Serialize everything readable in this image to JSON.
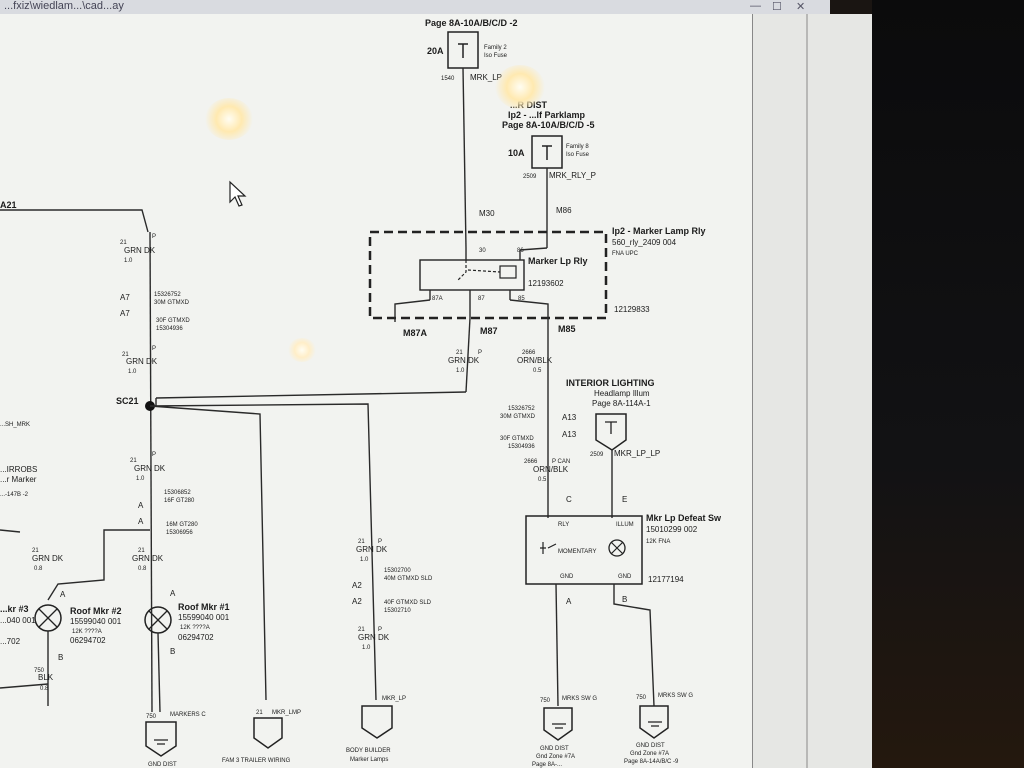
{
  "window": {
    "title": "...fxiz\\wiedlam...\\cad...ay"
  },
  "diagram": {
    "top_fuse": {
      "page": "Page 8A-10A/B/C/D -2",
      "amps": "20A",
      "family": "Family 2",
      "family2": "Iso Fuse",
      "pin": "1540",
      "wire": "MRK_LP"
    },
    "second_fuse": {
      "line1": "...R DIST",
      "line2": "Ip2 - ...lf Parklamp",
      "page": "Page 8A-10A/B/C/D -5",
      "amps": "10A",
      "family": "Family 8",
      "family2": "Iso Fuse",
      "pin": "2509",
      "wire": "MRK_RLY_P"
    },
    "relay": {
      "title": "Ip2 - Marker Lamp Rly",
      "sub": "560_rly_2409   004",
      "code": "FNA    UPC",
      "name": "Marker Lp Rly",
      "part": "12193602",
      "connector": "12129833",
      "in_m30": "M30",
      "in_m86": "M86",
      "pin30": "30",
      "pin86": "86",
      "pin87a": "87A",
      "pin87": "87",
      "pin85": "85",
      "out_m87a": "M87A",
      "out_m87": "M87",
      "out_m85": "M85"
    },
    "m87_wire": {
      "num": "21",
      "color": "GRN DK",
      "gauge": "1.0",
      "suffix": "P"
    },
    "m85_wire": {
      "num": "2666",
      "color": "ORN/BLK",
      "gauge": "0.5"
    },
    "interior_lighting": {
      "title": "INTERIOR LIGHTING",
      "sub": "Headlamp Illum",
      "page": "Page 8A-114A-1",
      "pin": "2509",
      "wire": "MKR_LP_LP"
    },
    "a13_top": "A13",
    "a13_bot": "A13",
    "a13_conn1": "15326752",
    "a13_conn1b": "30M GTMXD",
    "a13_conn2": "30F GTMXD",
    "a13_conn2b": "15304936",
    "m85_wire2": {
      "num": "2666",
      "color": "ORN/BLK",
      "gauge": "0.5",
      "tag": "P CAN"
    },
    "switch": {
      "name": "Mkr Lp Defeat Sw",
      "part": "15010299   002",
      "code": "12K    FNA",
      "connector": "12177194",
      "pinC": "C",
      "pinE": "E",
      "rly": "RLY",
      "illum": "ILLUM",
      "gnd1": "GND",
      "gnd2": "GND",
      "pinA": "A",
      "pinB": "B",
      "inner": "MOMENTARY"
    },
    "grounds": [
      {
        "wire_num": "750",
        "wire": "MRKS SW G",
        "label1": "GND DIST",
        "label2": "Gnd Zone #7A",
        "label3": "Page 8A-..."
      },
      {
        "wire_num": "750",
        "wire": "MRKS SW G",
        "label1": "GND DIST",
        "label2": "Gnd Zone #7A",
        "label3": "Page 8A-14A/B/C -9"
      }
    ],
    "left_bus": {
      "top_label": "A21",
      "sc": "SC21",
      "w1": {
        "num": "21",
        "color": "GRN DK",
        "gauge": "1.0",
        "suffix": "P"
      },
      "a7_top": "A7",
      "a7_bot": "A7",
      "a7_conn1": "15326752",
      "a7_conn1b": "30M GTMXD",
      "a7_conn2": "30F GTMXD",
      "a7_conn2b": "15304936",
      "w2": {
        "num": "21",
        "color": "GRN DK",
        "gauge": "1.0",
        "suffix": "P"
      },
      "w3": {
        "num": "21",
        "color": "GRN DK",
        "gauge": "1.0",
        "suffix": "P"
      },
      "a_top": "A",
      "a_bot": "A",
      "a_conn1": "15306852",
      "a_conn1b": "16F GT280",
      "a_conn2": "16M GT280",
      "a_conn2b": "15306956",
      "w4": {
        "num": "21",
        "color": "GRN DK",
        "gauge": "0.8"
      },
      "w5": {
        "num": "21",
        "color": "GRN DK",
        "gauge": "0.8"
      }
    },
    "roof2": {
      "name": "Roof Mkr #2",
      "part": "15599040 001",
      "code": "12K    ????A",
      "alt": "06294702",
      "pinA": "A",
      "pinB": "B"
    },
    "roof1": {
      "name": "Roof Mkr #1",
      "part": "15599040 001",
      "code": "12K    ????A",
      "alt": "06294702",
      "pinA": "A",
      "pinB": "B"
    },
    "roof3": {
      "name": "...kr #3",
      "part": "...040 001",
      "alt": "...702"
    },
    "blk_wire": {
      "num": "750",
      "color": "BLK",
      "gauge": "0.8"
    },
    "markers_c": {
      "num": "750",
      "wire": "MARKERS C",
      "label": "GND DIST"
    },
    "trailer": {
      "num": "21",
      "wire": "MKR_LMP",
      "label": "FAM 3 TRAILER WIRING"
    },
    "body_bldr": {
      "w1": {
        "num": "21",
        "color": "GRN DK",
        "gauge": "1.0",
        "suffix": "P"
      },
      "a2_top": "A2",
      "a2_bot": "A2",
      "a2_conn1": "15302700",
      "a2_conn1b": "40M GTMXD SLD",
      "a2_conn2": "40F GTMXD SLD",
      "a2_conn2b": "15302710",
      "w2": {
        "num": "21",
        "color": "GRN DK",
        "gauge": "1.0",
        "suffix": "P"
      },
      "wire": "MKR_LP",
      "label": "BODY BUILDER",
      "label2": "Marker Lamps"
    },
    "left_misc": {
      "l1": "...SH_MRK",
      "l2": "...IRROBS",
      "l3": "...r Marker",
      "l4": "...-147B -2"
    }
  }
}
